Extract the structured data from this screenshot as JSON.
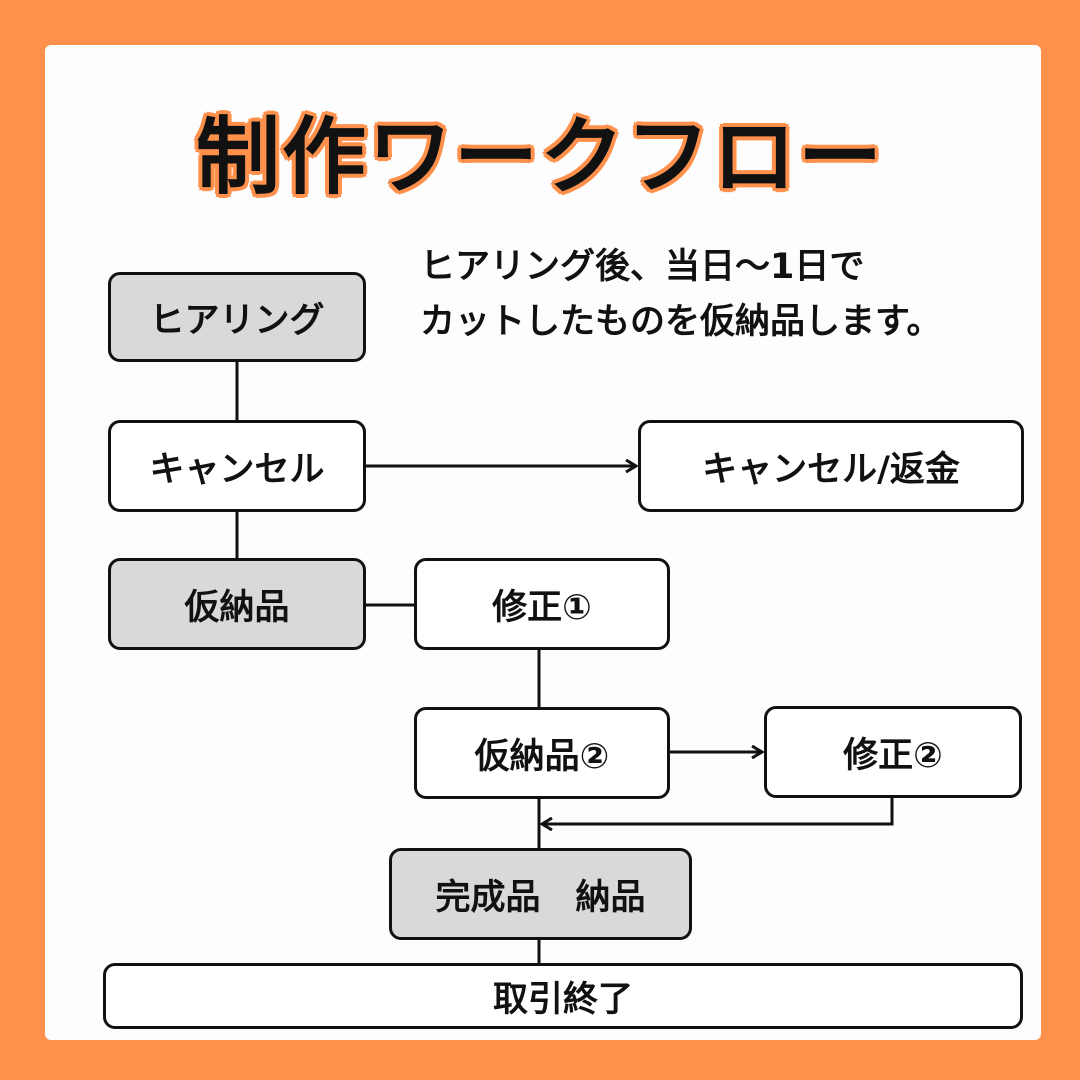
{
  "title": "制作ワークフロー",
  "note": {
    "line1": "ヒアリング後、当日〜1日で",
    "line2": "カットしたものを仮納品します。"
  },
  "nodes": {
    "hearing": "ヒアリング",
    "cancel": "キャンセル",
    "cancel_refund": "キャンセル/返金",
    "provisional": "仮納品",
    "revision1": "修正①",
    "provisional2": "仮納品②",
    "revision2": "修正②",
    "final_delivery": "完成品　納品",
    "end": "取引終了"
  },
  "colors": {
    "background": "#ff914d",
    "card": "#fdfdfd",
    "gray_box": "#d9d9d9",
    "line": "#111111"
  }
}
